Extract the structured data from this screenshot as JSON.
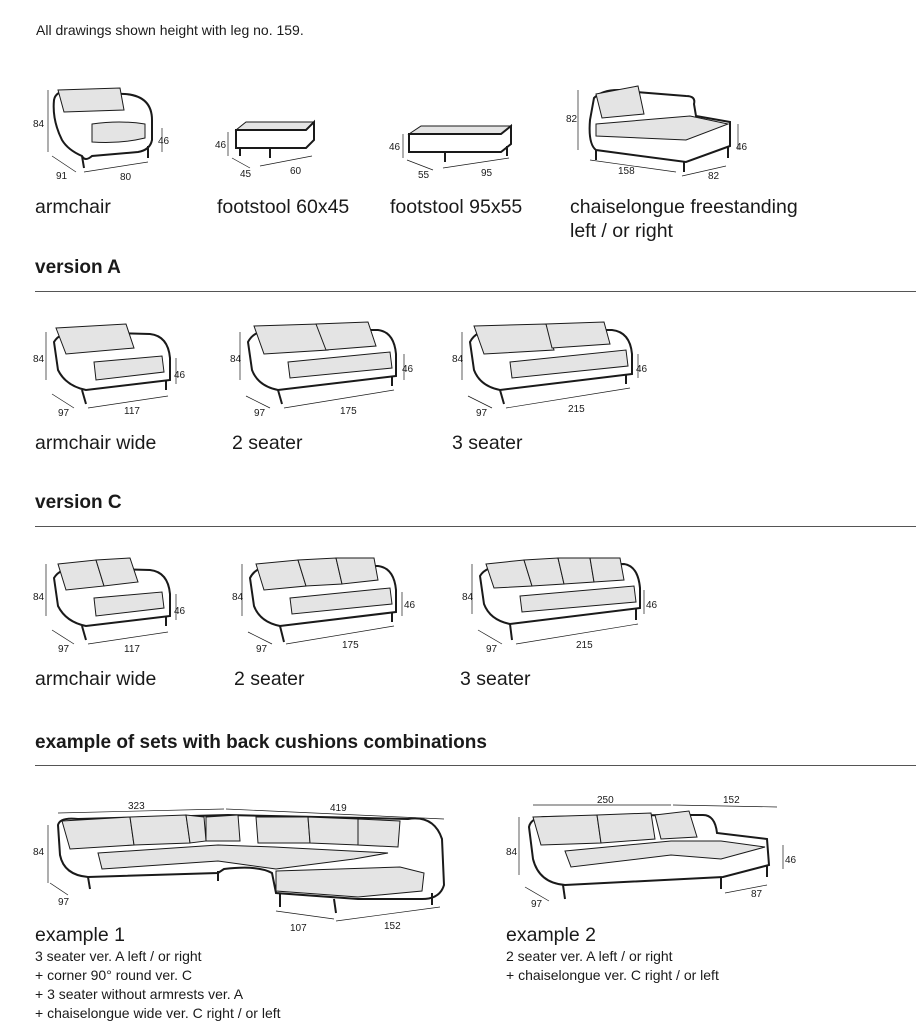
{
  "note": "All drawings shown height with leg no. 159.",
  "top_items": [
    {
      "label": "armchair",
      "dims": {
        "h": "84",
        "seat": "46",
        "depth": "91",
        "width": "80"
      }
    },
    {
      "label": "footstool 60x45",
      "dims": {
        "h": "46",
        "depth": "45",
        "width": "60"
      }
    },
    {
      "label": "footstool 95x55",
      "dims": {
        "h": "46",
        "depth": "55",
        "width": "95"
      }
    },
    {
      "label_line1": "chaiselongue freestanding",
      "label_line2": "left / or right",
      "dims": {
        "h": "82",
        "seat": "46",
        "width": "158",
        "depth": "82"
      }
    }
  ],
  "version_a": {
    "title": "version A",
    "items": [
      {
        "label": "armchair wide",
        "dims": {
          "h": "84",
          "seat": "46",
          "depth": "97",
          "width": "117"
        }
      },
      {
        "label": "2 seater",
        "dims": {
          "h": "84",
          "seat": "46",
          "depth": "97",
          "width": "175"
        }
      },
      {
        "label": "3 seater",
        "dims": {
          "h": "84",
          "seat": "46",
          "depth": "97",
          "width": "215"
        }
      }
    ]
  },
  "version_c": {
    "title": "version C",
    "items": [
      {
        "label": "armchair wide",
        "dims": {
          "h": "84",
          "seat": "46",
          "depth": "97",
          "width": "117"
        }
      },
      {
        "label": "2 seater",
        "dims": {
          "h": "84",
          "seat": "46",
          "depth": "97",
          "width": "175"
        }
      },
      {
        "label": "3 seater",
        "dims": {
          "h": "84",
          "seat": "46",
          "depth": "97",
          "width": "215"
        }
      }
    ]
  },
  "examples": {
    "title": "example of sets with back cushions combinations",
    "example1": {
      "label": "example 1",
      "lines": [
        "3 seater ver. A left / or right",
        "+ corner 90° round ver. C",
        "+ 3 seater without armrests ver. A",
        "+ chaiselongue wide ver. C right / or left"
      ],
      "dims": {
        "w1": "323",
        "w2": "419",
        "h": "84",
        "depth": "97",
        "chaise_depth": "107",
        "chaise_w": "152"
      }
    },
    "example2": {
      "label": "example 2",
      "lines": [
        "2 seater ver. A left / or right",
        "+ chaiselongue ver. C right / or left"
      ],
      "dims": {
        "w1": "250",
        "w2": "152",
        "h": "84",
        "seat": "46",
        "depth": "97",
        "chaise_depth": "87"
      }
    }
  }
}
